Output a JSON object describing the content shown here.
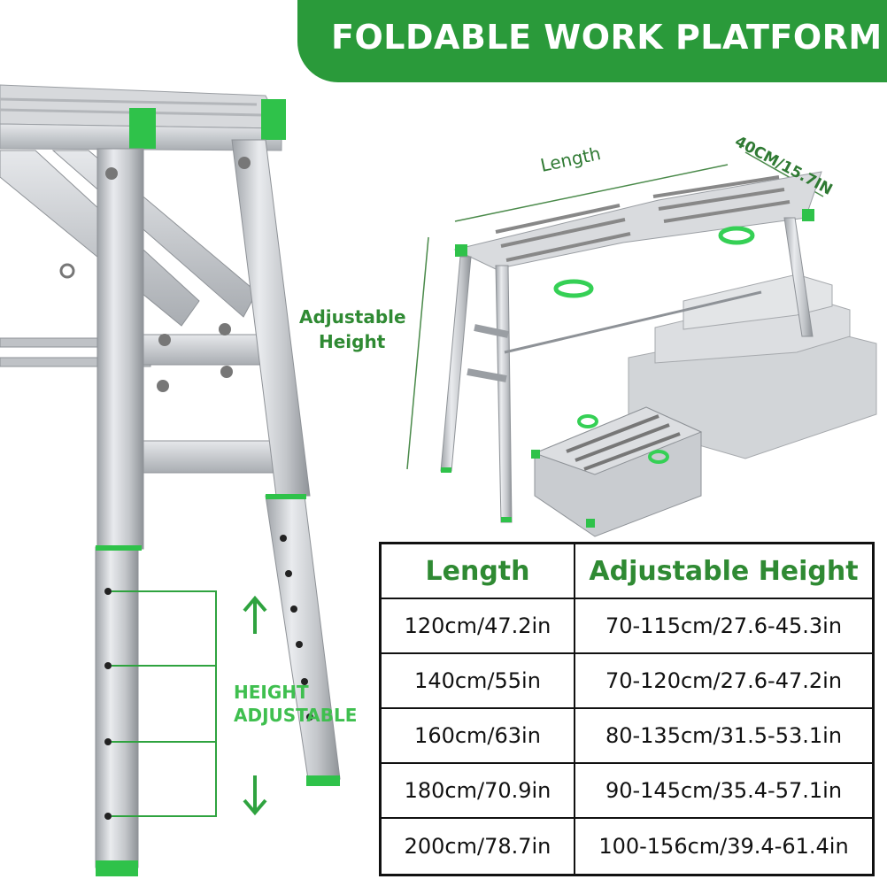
{
  "banner": {
    "title": "FOLDABLE WORK PLATFORM"
  },
  "labels": {
    "length": "Length",
    "width": "40CM/15.7IN",
    "adjustable_height_line1": "Adjustable",
    "adjustable_height_line2": "Height",
    "height_adjustable_line1": "HEIGHT",
    "height_adjustable_line2": "ADJUSTABLE"
  },
  "table": {
    "headers": [
      "Length",
      "Adjustable Height"
    ],
    "rows": [
      [
        "120cm/47.2in",
        "70-115cm/27.6-45.3in"
      ],
      [
        "140cm/55in",
        "70-120cm/27.6-47.2in"
      ],
      [
        "160cm/63in",
        "80-135cm/31.5-53.1in"
      ],
      [
        "180cm/70.9in",
        "90-145cm/35.4-57.1in"
      ],
      [
        "200cm/78.7in",
        "100-156cm/39.4-61.4in"
      ]
    ]
  },
  "colors": {
    "accent_green": "#2a9a3a",
    "text_green": "#2f8a33",
    "metal": "#c9ccd0"
  }
}
